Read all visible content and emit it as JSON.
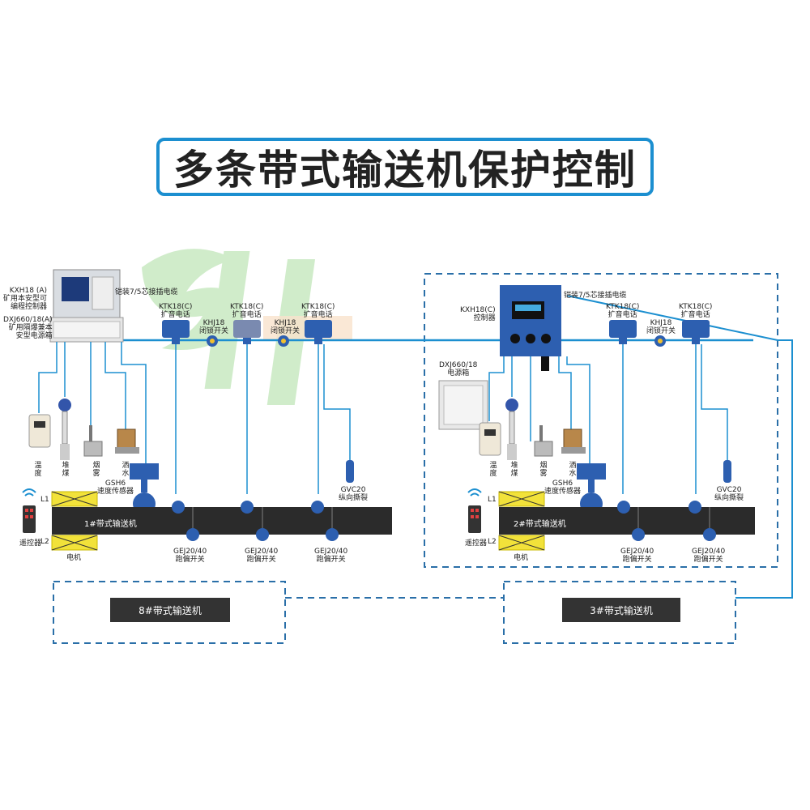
{
  "title": "多条带式输送机保护控制",
  "system1": {
    "kxh18_label": [
      "KXH18 (A)",
      "矿用本安型可",
      "编程控制器"
    ],
    "dxj660_label": [
      "DXJ660/18(A)",
      "矿用隔爆兼本",
      "安型电源箱"
    ],
    "cable_label": "铠装7/5芯接插电缆",
    "phones": [
      {
        "model": "KTK18(C)",
        "desc": "扩音电话"
      },
      {
        "model": "KTK18(C)",
        "desc": "扩音电话"
      },
      {
        "model": "KTK18(C)",
        "desc": "扩音电话"
      }
    ],
    "locks": [
      {
        "model": "KHJ18",
        "desc": "闭锁开关"
      },
      {
        "model": "KHJ18",
        "desc": "闭锁开关"
      }
    ],
    "sensors": [
      "温度",
      "堆煤",
      "烟雾",
      "洒水"
    ],
    "speed_sensor": [
      "GSH6",
      "速度传感器"
    ],
    "tear": [
      "GVC20",
      "纵向撕裂"
    ],
    "deviation": [
      [
        "GEJ20/40",
        "跑偏开关"
      ],
      [
        "GEJ20/40",
        "跑偏开关"
      ],
      [
        "GEJ20/40",
        "跑偏开关"
      ]
    ],
    "belt_label": "1#带式输送机",
    "remote": "遥控器",
    "motor": "电机",
    "l1": "L1",
    "l2": "L2"
  },
  "system2": {
    "kxh18_label": [
      "KXH18(C)",
      "控制器"
    ],
    "dxj660_label": [
      "DXJ660/18",
      "电源箱"
    ],
    "cable_label": "铠装7/5芯接插电缆",
    "phones": [
      {
        "model": "KTK18(C)",
        "desc": "扩音电话"
      },
      {
        "model": "KTK18(C)",
        "desc": "扩音电话"
      }
    ],
    "locks": [
      {
        "model": "KHJ18",
        "desc": "闭锁开关"
      }
    ],
    "sensors": [
      "温度",
      "堆煤",
      "烟雾",
      "洒水"
    ],
    "speed_sensor": [
      "GSH6",
      "速度传感器"
    ],
    "tear": [
      "GVC20",
      "纵向撕裂"
    ],
    "deviation": [
      [
        "GEJ20/40",
        "跑偏开关"
      ],
      [
        "GEJ20/40",
        "跑偏开关"
      ]
    ],
    "belt_label": "2#带式输送机",
    "remote": "遥控器",
    "motor": "电机",
    "l1": "L1",
    "l2": "L2"
  },
  "box8": "8#带式输送机",
  "box3": "3#带式输送机",
  "colors": {
    "accent": "#1c8fd0",
    "dash": "#2a6fa8",
    "device_blue": "#2d5fb0",
    "belt": "#2b2b2b",
    "motor_yellow": "#f2e23a",
    "watermark": "#7cc96a"
  }
}
